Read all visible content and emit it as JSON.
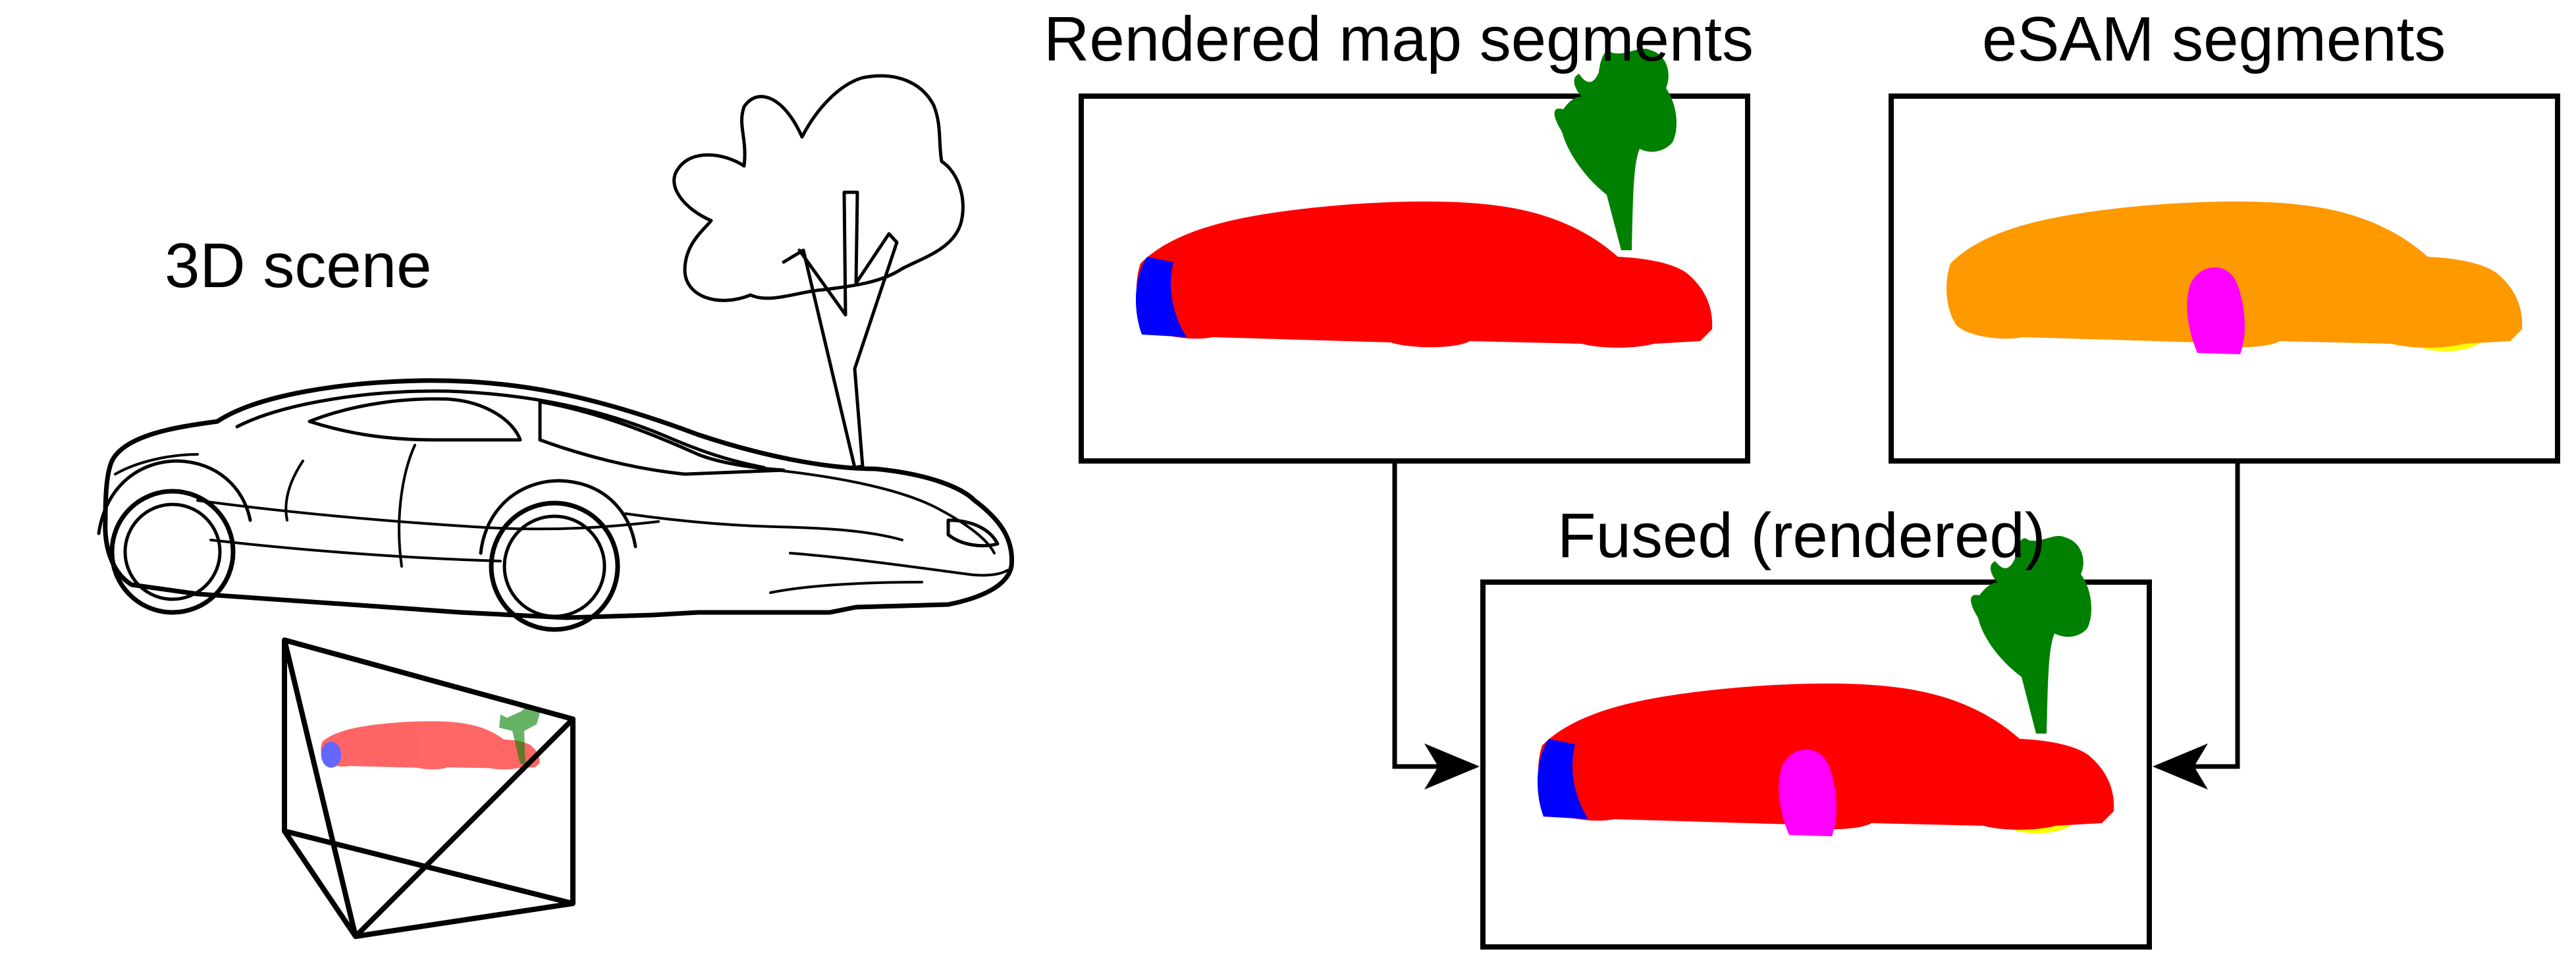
{
  "labels": {
    "scene": "3D scene",
    "rendered": "Rendered map segments",
    "esam": "eSAM segments",
    "fused": "Fused (rendered)"
  },
  "colors": {
    "car_segment": "#ff0000",
    "wheel_front": "#0000ff",
    "wheel_rear": "#ff00ff",
    "tree": "#008000",
    "esam_car": "#ff9900",
    "underbody": "#ffff00",
    "outline": "#000000"
  }
}
